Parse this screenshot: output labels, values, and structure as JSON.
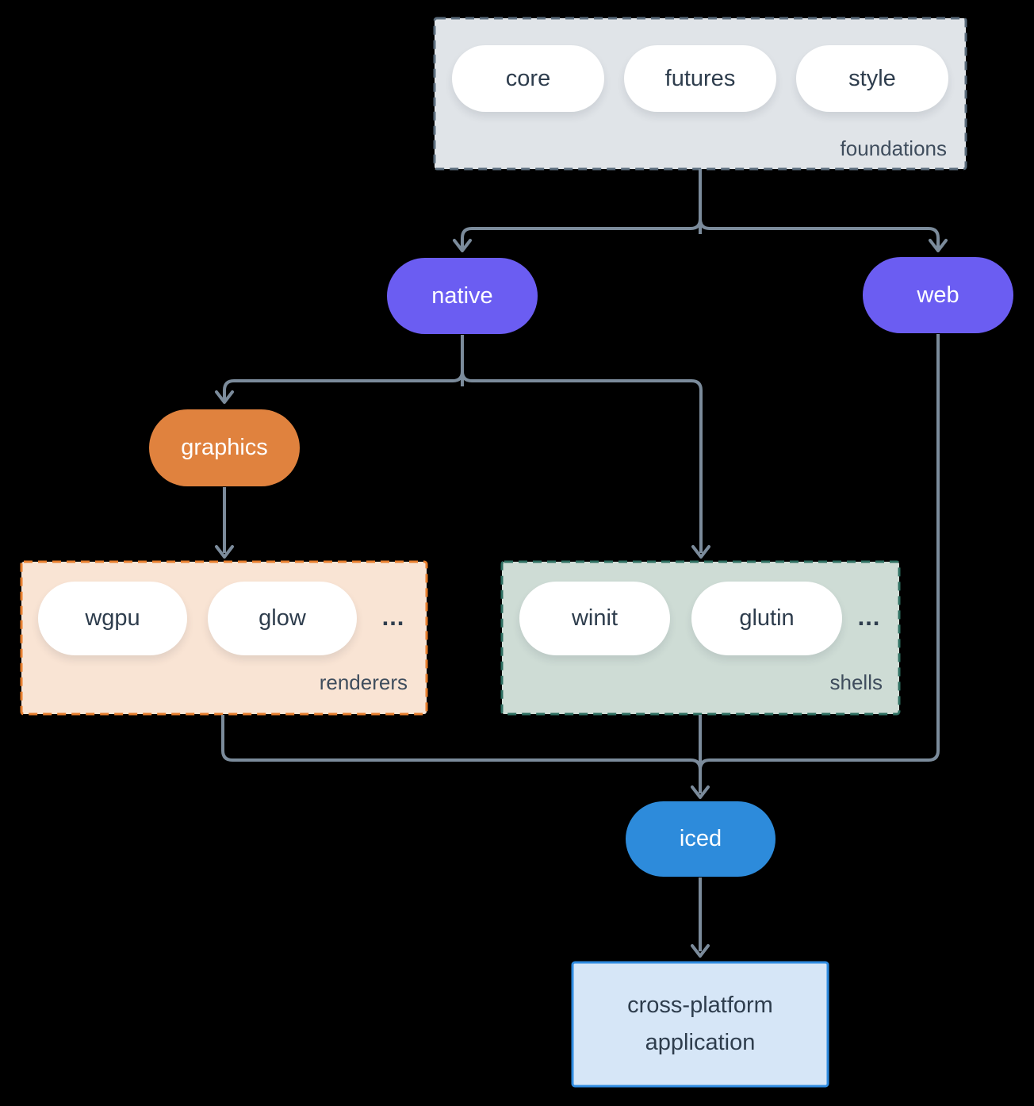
{
  "colors": {
    "background": "#000000",
    "line": "#7b8b9b",
    "dark_text": "#2e3d4d",
    "label_text": "#3f4d5d",
    "purple": "#6b5df2",
    "orange": "#e0823e",
    "blue": "#2d8bdb",
    "pill_white": "#ffffff",
    "foundations_fill": "#e0e4e8",
    "foundations_border": "#5b6d7d",
    "renderers_fill": "#f9e4d4",
    "renderers_border": "#e67e2e",
    "shells_fill": "#cedcd5",
    "shells_border": "#2e6f61",
    "app_fill": "#d6e6f7",
    "app_border": "#2f8be0"
  },
  "diagram": {
    "foundations": {
      "label": "foundations",
      "pills": [
        "core",
        "futures",
        "style"
      ]
    },
    "native": {
      "label": "native"
    },
    "web": {
      "label": "web"
    },
    "graphics": {
      "label": "graphics"
    },
    "renderers": {
      "label": "renderers",
      "pills": [
        "wgpu",
        "glow"
      ],
      "more": "..."
    },
    "shells": {
      "label": "shells",
      "pills": [
        "winit",
        "glutin"
      ],
      "more": "..."
    },
    "iced": {
      "label": "iced"
    },
    "application": {
      "label": "cross-platform application"
    }
  }
}
